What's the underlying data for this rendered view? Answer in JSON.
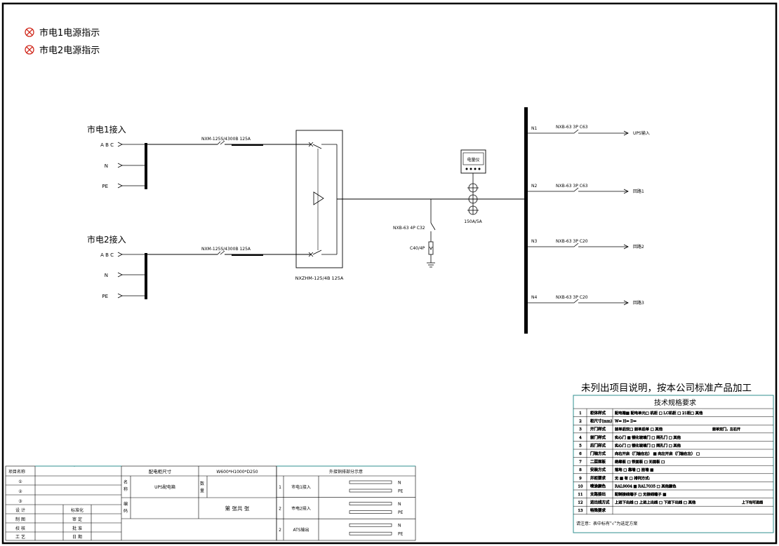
{
  "indicators": [
    {
      "label": "市电1电源指示"
    },
    {
      "label": "市电2电源指示"
    }
  ],
  "inputs": [
    {
      "title": "市电1接入",
      "terminals": [
        "A B C",
        "N",
        "PE"
      ],
      "breaker": "NXM-125S/4300B 125A"
    },
    {
      "title": "市电2接入",
      "terminals": [
        "A B C",
        "N",
        "PE"
      ],
      "breaker": "NXM-125S/4300B 125A"
    }
  ],
  "ats": {
    "model": "NXZHM-125/4B 125A"
  },
  "spd": {
    "breaker": "NXB-63 4P C32",
    "arrester": "C40/4P"
  },
  "meter": {
    "label": "电量仪",
    "ct": "150A/5A"
  },
  "outputs": [
    {
      "id": "N1",
      "breaker": "NXB-63 3P C63",
      "dest": "UPS输入"
    },
    {
      "id": "N2",
      "breaker": "NXB-63 3P C63",
      "dest": "回路1"
    },
    {
      "id": "N3",
      "breaker": "NXB-63 3P C20",
      "dest": "回路2"
    },
    {
      "id": "N4",
      "breaker": "NXB-63 3P C20",
      "dest": "回路3"
    }
  ],
  "note_top": "未列出项目说明，按本公司标准产品加工",
  "spec": {
    "title": "技术规格要求",
    "rows": [
      {
        "n": "1",
        "name": "柜体样式",
        "content": "配电箱■  配电单元□  机柜  □  LC机柜 □  21柜□  其他"
      },
      {
        "n": "2",
        "name": "柜尺寸(mm)",
        "content": "W=        H=        D="
      },
      {
        "n": "3",
        "name": "开门样式",
        "content": "前单后双□  前单后单 □    其他"
      },
      {
        "n": "4",
        "name": "前门样式",
        "content": "实心门 ■  钢化玻璃门 □    网孔门 □    其他"
      },
      {
        "n": "5",
        "name": "后门样式",
        "content": "实心门 □  钢化玻璃门 □    网孔门 □    其他"
      },
      {
        "n": "6",
        "name": "门轴方式",
        "content": "向右开启（门轴在右） ■    向左开启（门轴在左） □"
      },
      {
        "n": "7",
        "name": "二层面板",
        "content": "绝缘板  □    铁面板 □    无面板 □"
      },
      {
        "n": "8",
        "name": "安装方式",
        "content": "落地  □    靠墙  □    挂墙 ■"
      },
      {
        "n": "9",
        "name": "并柜要求",
        "content": "无   ■    有 □ 排列方式:"
      },
      {
        "n": "10",
        "name": "喷涂颜色",
        "content": "RAL9004 ■    RAL7035 □    其他颜色"
      },
      {
        "n": "11",
        "name": "支路接出",
        "content": "配制接线端子 □  无接线端子 ■"
      },
      {
        "n": "12",
        "name": "进出线方式",
        "content": "上进下出线 □  上进上出线 □  下进下出线 □  其他"
      },
      {
        "n": "13",
        "name": "特殊要求",
        "content": ""
      }
    ],
    "footer": "请注意：表中标有\"√\"为选定方案",
    "highlights": [
      "前单双门，左右开",
      "上下均可进线"
    ]
  },
  "title_block": {
    "project_label": "项目名称",
    "rev_labels": [
      "①",
      "②",
      "③"
    ],
    "roles_left": [
      "设  计",
      "制  图",
      "校  核",
      "工  艺"
    ],
    "roles_right": [
      "标准化",
      "审  定",
      "批  准",
      "日  期"
    ],
    "size_label": "配电柜尺寸",
    "size_value": "W600*H1000*D250",
    "name_label": "名称",
    "name_value": "UPS配电箱",
    "qty_label": "数量",
    "code_label": "编码",
    "sheet_text": "第    张共    张"
  },
  "busbar_table": {
    "title": "外接铜排部分示意",
    "rows": [
      {
        "n": "1",
        "name": "市电1接入",
        "bars": [
          "N",
          "PE"
        ]
      },
      {
        "n": "2",
        "name": "市电2接入",
        "bars": [
          "N",
          "PE"
        ]
      },
      {
        "n": "2",
        "name": "ATS输出",
        "bars": [
          "N",
          "PE"
        ]
      }
    ]
  }
}
